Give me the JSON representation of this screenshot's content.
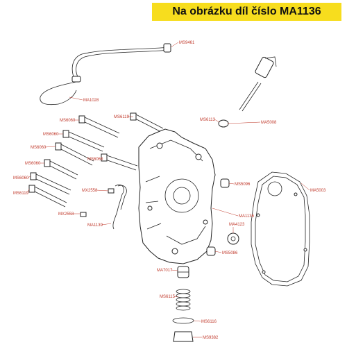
{
  "banner": {
    "text": "Na obrázku díl číslo MA1136",
    "color": "#f7dd1e"
  },
  "label_color": "#c0392b",
  "labels": [
    "MS9461",
    "MA1028",
    "MS6119",
    "MS6060",
    "MS6060",
    "MS6060",
    "MS6060",
    "MS6060",
    "MS6060",
    "MS6119",
    "MS6113",
    "MA5008",
    "MX2558",
    "MX2558",
    "MA1139",
    "MS5096",
    "MA5003",
    "MA1136",
    "MA4123",
    "MS5086",
    "MA7017",
    "MS6115",
    "MS6116",
    "MS9382"
  ]
}
